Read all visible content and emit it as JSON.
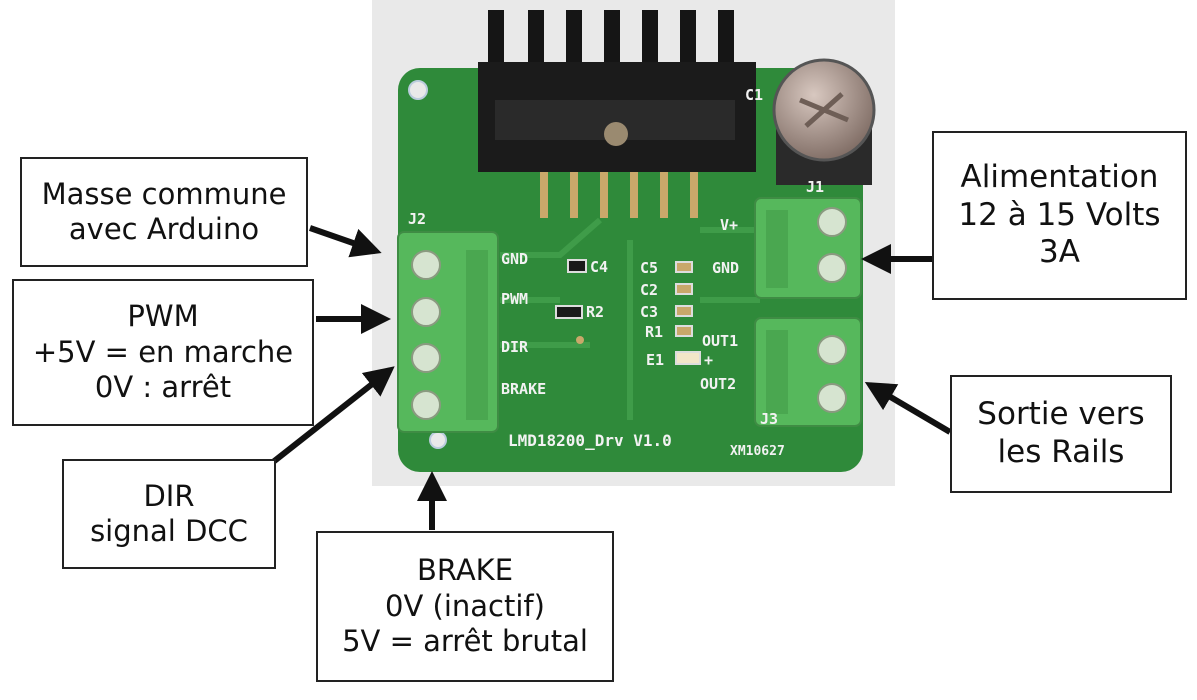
{
  "board": {
    "silkscreen": {
      "j2": "J2",
      "j1": "J1",
      "j3": "J3",
      "c1": "C1",
      "c2": "C2",
      "c3": "C3",
      "c4": "C4",
      "c5": "C5",
      "r1": "R1",
      "r2": "R2",
      "e1": "E1",
      "plus": "+",
      "gnd_left": "GND",
      "pwm": "PWM",
      "dir": "DIR",
      "brake": "BRAKE",
      "vplus": "V+",
      "gnd_right": "GND",
      "out1": "OUT1",
      "out2": "OUT2",
      "model": "LMD18200_Drv  V1.0",
      "code": "XM10627"
    }
  },
  "callouts": {
    "masse": [
      "Masse commune",
      "avec Arduino"
    ],
    "pwm": [
      "PWM",
      "+5V = en marche",
      "0V : arrêt"
    ],
    "dir": [
      "DIR",
      "signal DCC"
    ],
    "brake": [
      "BRAKE",
      "0V (inactif)",
      "5V = arrêt brutal"
    ],
    "alimentation": [
      "Alimentation",
      "12 à 15 Volts",
      "3A"
    ],
    "sortie": [
      "Sortie vers",
      "les Rails"
    ]
  },
  "colors": {
    "pcb": "#2f8a3a",
    "pcb_dark": "#1f6a2a",
    "terminal": "#56b85c",
    "heatsink": "#151515",
    "arrow": "#111111"
  }
}
